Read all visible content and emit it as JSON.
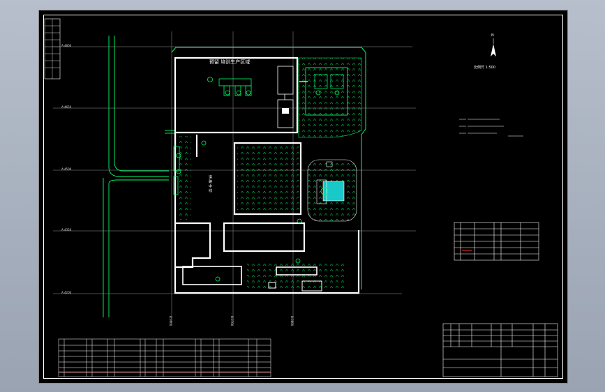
{
  "colors": {
    "background": "#000000",
    "wall": "#ffffff",
    "green": "#00ff66",
    "cyan": "#33e0ff",
    "grid": "#cccccc",
    "red": "#ff3030",
    "tank": "#19c8c8"
  },
  "drawing": {
    "area_title": "预留 培训生产区域",
    "road_label": "道 路 中 线",
    "scale_label": "比例尺  1:500",
    "north_symbol": "N"
  },
  "coordinates": {
    "grid_a": [
      "A:4800",
      "A:4650",
      "A:4500",
      "A:4350",
      "A:4200"
    ],
    "grid_b": [
      "B:3600",
      "B:3700",
      "B:3800"
    ]
  },
  "icons": [
    "north-arrow-icon"
  ]
}
